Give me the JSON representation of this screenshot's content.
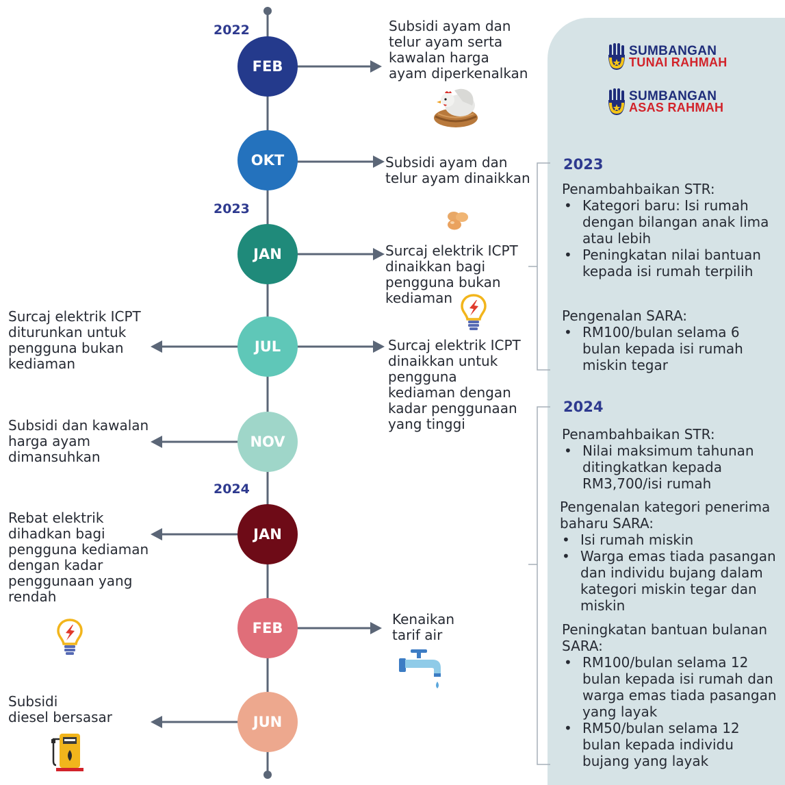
{
  "timeline": {
    "years": [
      "2022",
      "2023",
      "2024"
    ],
    "nodes": [
      {
        "label": "FEB",
        "color": "#243a8c"
      },
      {
        "label": "OKT",
        "color": "#2472bd"
      },
      {
        "label": "JAN",
        "color": "#1f8a7a"
      },
      {
        "label": "JUL",
        "color": "#5fc7b8"
      },
      {
        "label": "NOV",
        "color": "#9fd6c9"
      },
      {
        "label": "JAN",
        "color": "#6e0b17"
      },
      {
        "label": "FEB",
        "color": "#e06e79"
      },
      {
        "label": "JUN",
        "color": "#eda88e"
      }
    ],
    "events": {
      "feb2022": "Subsidi ayam dan\ntelur ayam serta\nkawalan harga\nayam diperkenalkan",
      "okt2022": "Subsidi ayam dan\ntelur ayam dinaikkan",
      "jan2023": "Surcaj elektrik ICPT\ndinaikkan bagi\npengguna bukan\nkediaman",
      "jul2023_right": "Surcaj elektrik ICPT\ndinaikkan untuk\npengguna\nkediaman dengan\nkadar penggunaan\nyang tinggi",
      "jul2023_left": "Surcaj elektrik ICPT\nditurunkan untuk\npengguna bukan\nkediaman",
      "nov2023": "Subsidi dan kawalan\nharga ayam\ndimansuhkan",
      "jan2024": "Rebat elektrik\ndihadkan bagi\npengguna kediaman\ndengan kadar\npenggunaan yang\nrendah",
      "feb2024": "Kenaikan\ntarif air",
      "jun2024": "Subsidi\ndiesel bersasar"
    }
  },
  "panel": {
    "logos": [
      {
        "line1": "SUMBANGAN",
        "line2": "TUNAI RAHMAH"
      },
      {
        "line1": "SUMBANGAN",
        "line2": "ASAS RAHMAH"
      }
    ],
    "y2023": {
      "year": "2023",
      "str_heading": "Penambahbaikan STR:",
      "str_items": [
        "Kategori baru: Isi rumah dengan bilangan anak lima atau lebih",
        "Peningkatan nilai bantuan kepada isi rumah terpilih"
      ],
      "sara_heading": "Pengenalan SARA:",
      "sara_items": [
        "RM100/bulan selama 6 bulan kepada isi rumah miskin tegar"
      ]
    },
    "y2024": {
      "year": "2024",
      "str_heading": "Penambahbaikan STR:",
      "str_items": [
        "Nilai maksimum tahunan ditingkatkan kepada RM3,700/isi rumah"
      ],
      "cat_heading": "Pengenalan kategori penerima baharu SARA:",
      "cat_items": [
        "Isi rumah miskin",
        "Warga emas tiada pasangan dan individu bujang dalam kategori miskin tegar dan miskin"
      ],
      "inc_heading": "Peningkatan bantuan bulanan SARA:",
      "inc_items": [
        "RM100/bulan selama 12 bulan kepada isi rumah dan warga emas tiada pasangan yang layak",
        "RM50/bulan selama 12 bulan kepada individu bujang yang layak"
      ]
    }
  },
  "icons": [
    "chicken-nest-icon",
    "eggs-icon",
    "lightbulb-icon",
    "lightbulb-icon",
    "water-tap-icon",
    "fuel-pump-icon"
  ]
}
